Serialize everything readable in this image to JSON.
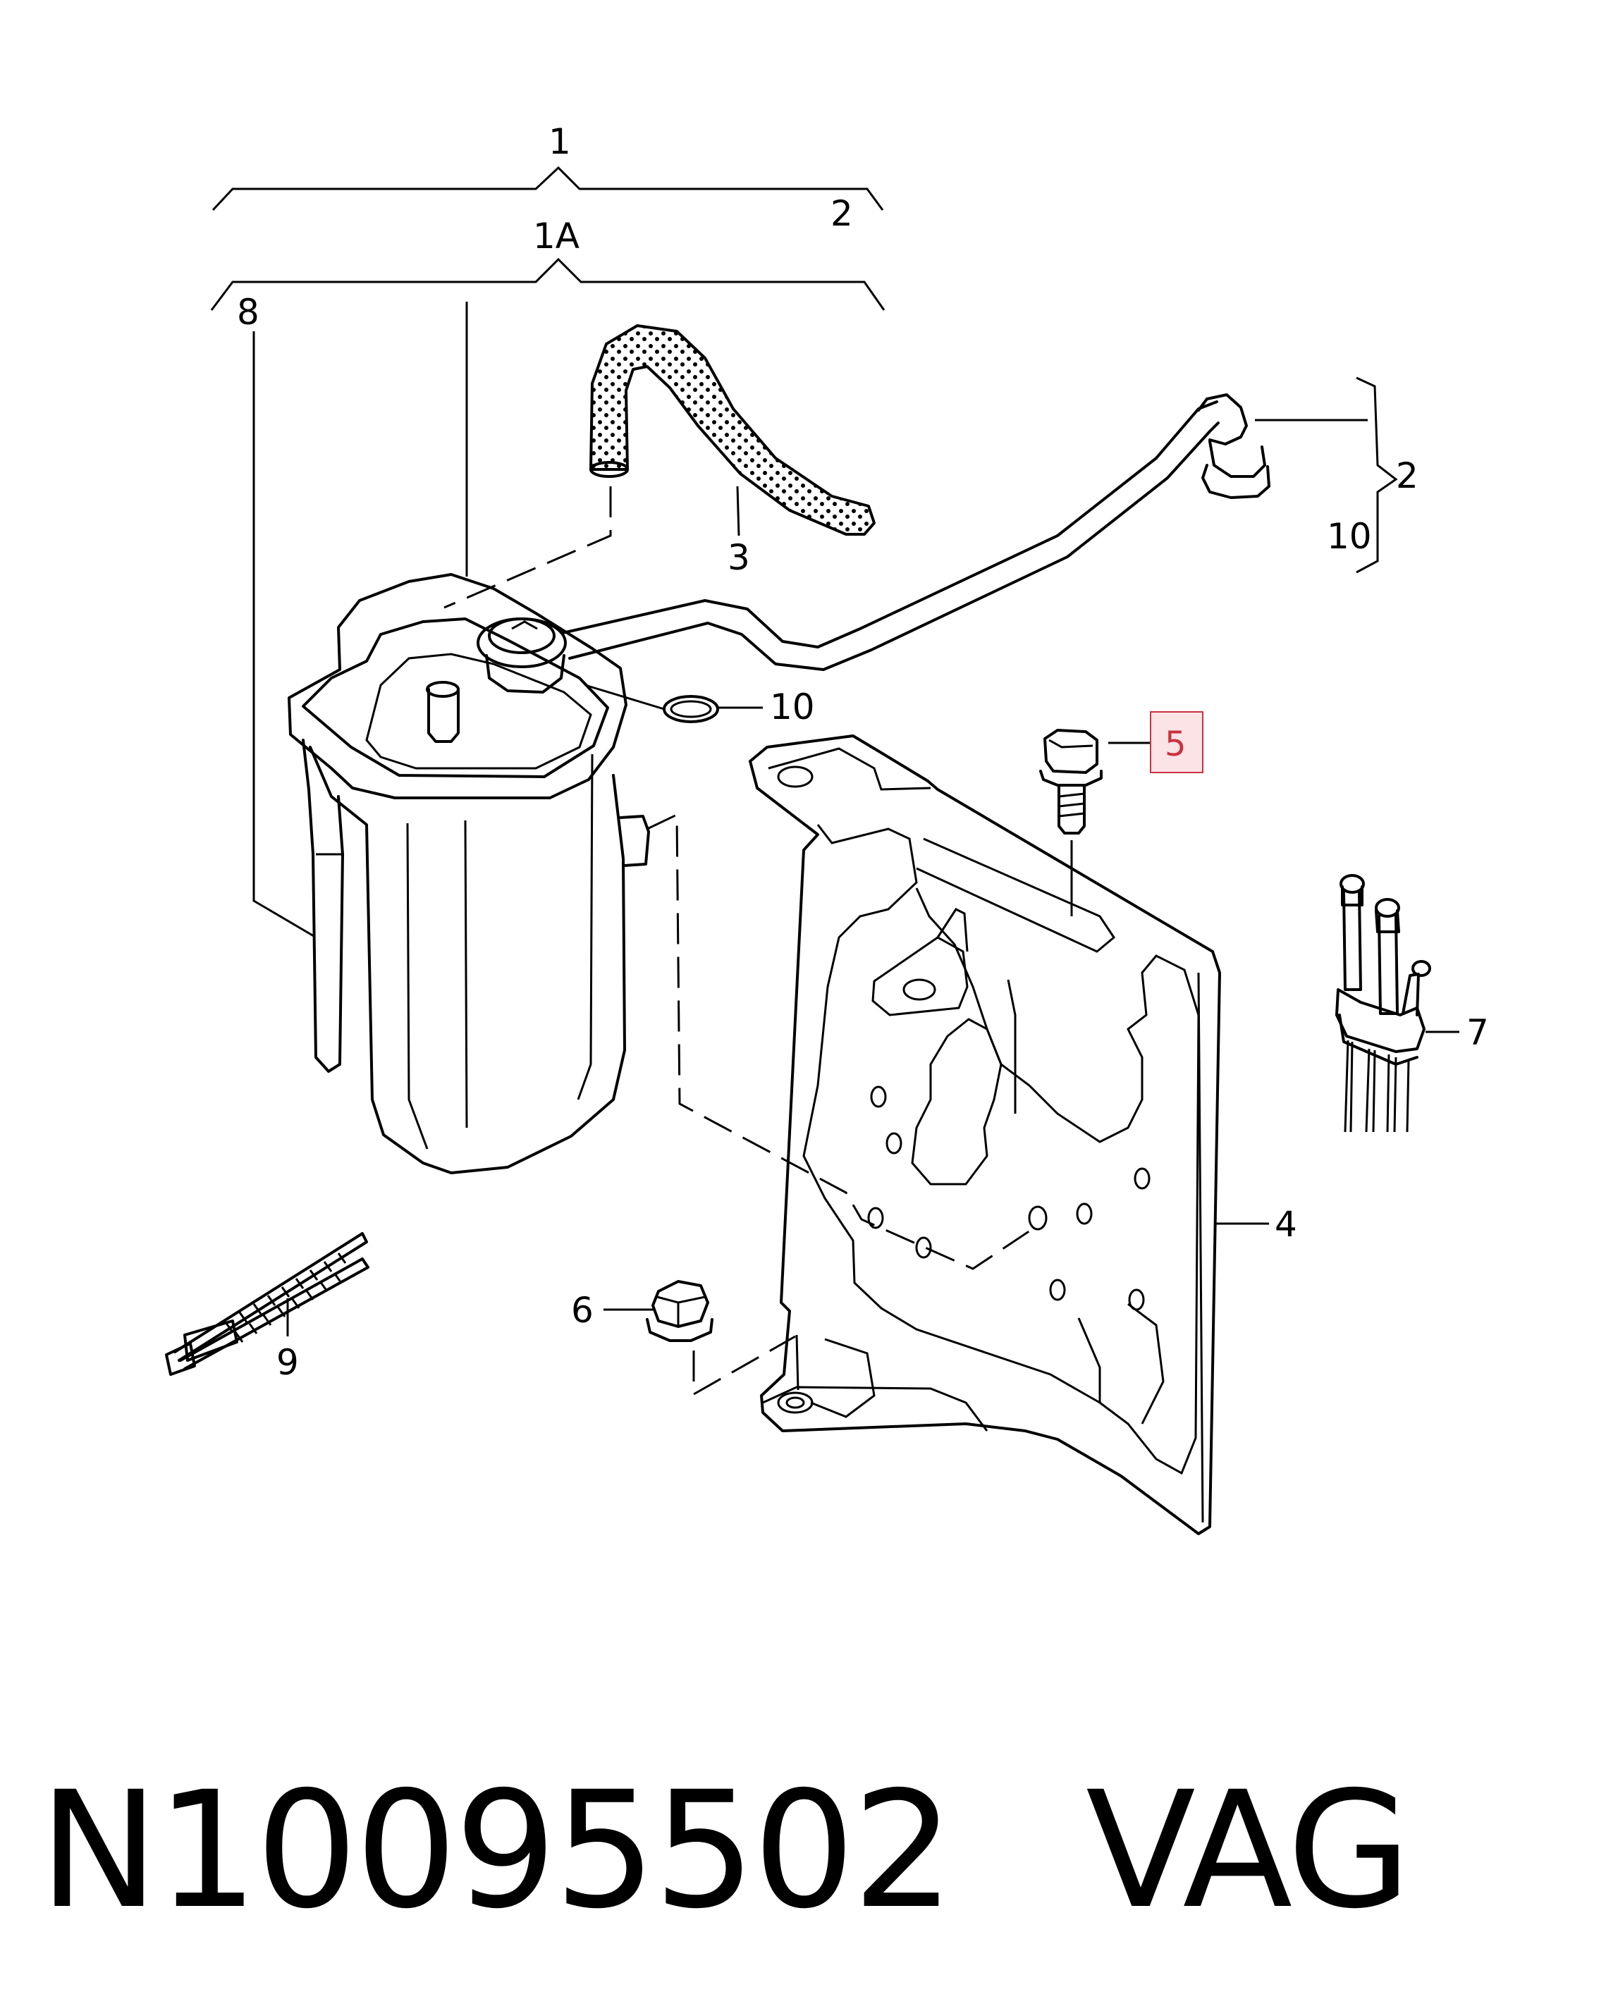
{
  "callouts": {
    "c1": "1",
    "c1a": "1A",
    "c2_top": "2",
    "c2_right": "2",
    "c3": "3",
    "c4": "4",
    "c5": "5",
    "c6": "6",
    "c7": "7",
    "c8": "8",
    "c9": "9",
    "c10_ring": "10",
    "c10_right": "10"
  },
  "highlight_color": "#c9323f",
  "footer": {
    "part_number": "N10095502",
    "brand": "VAG"
  }
}
